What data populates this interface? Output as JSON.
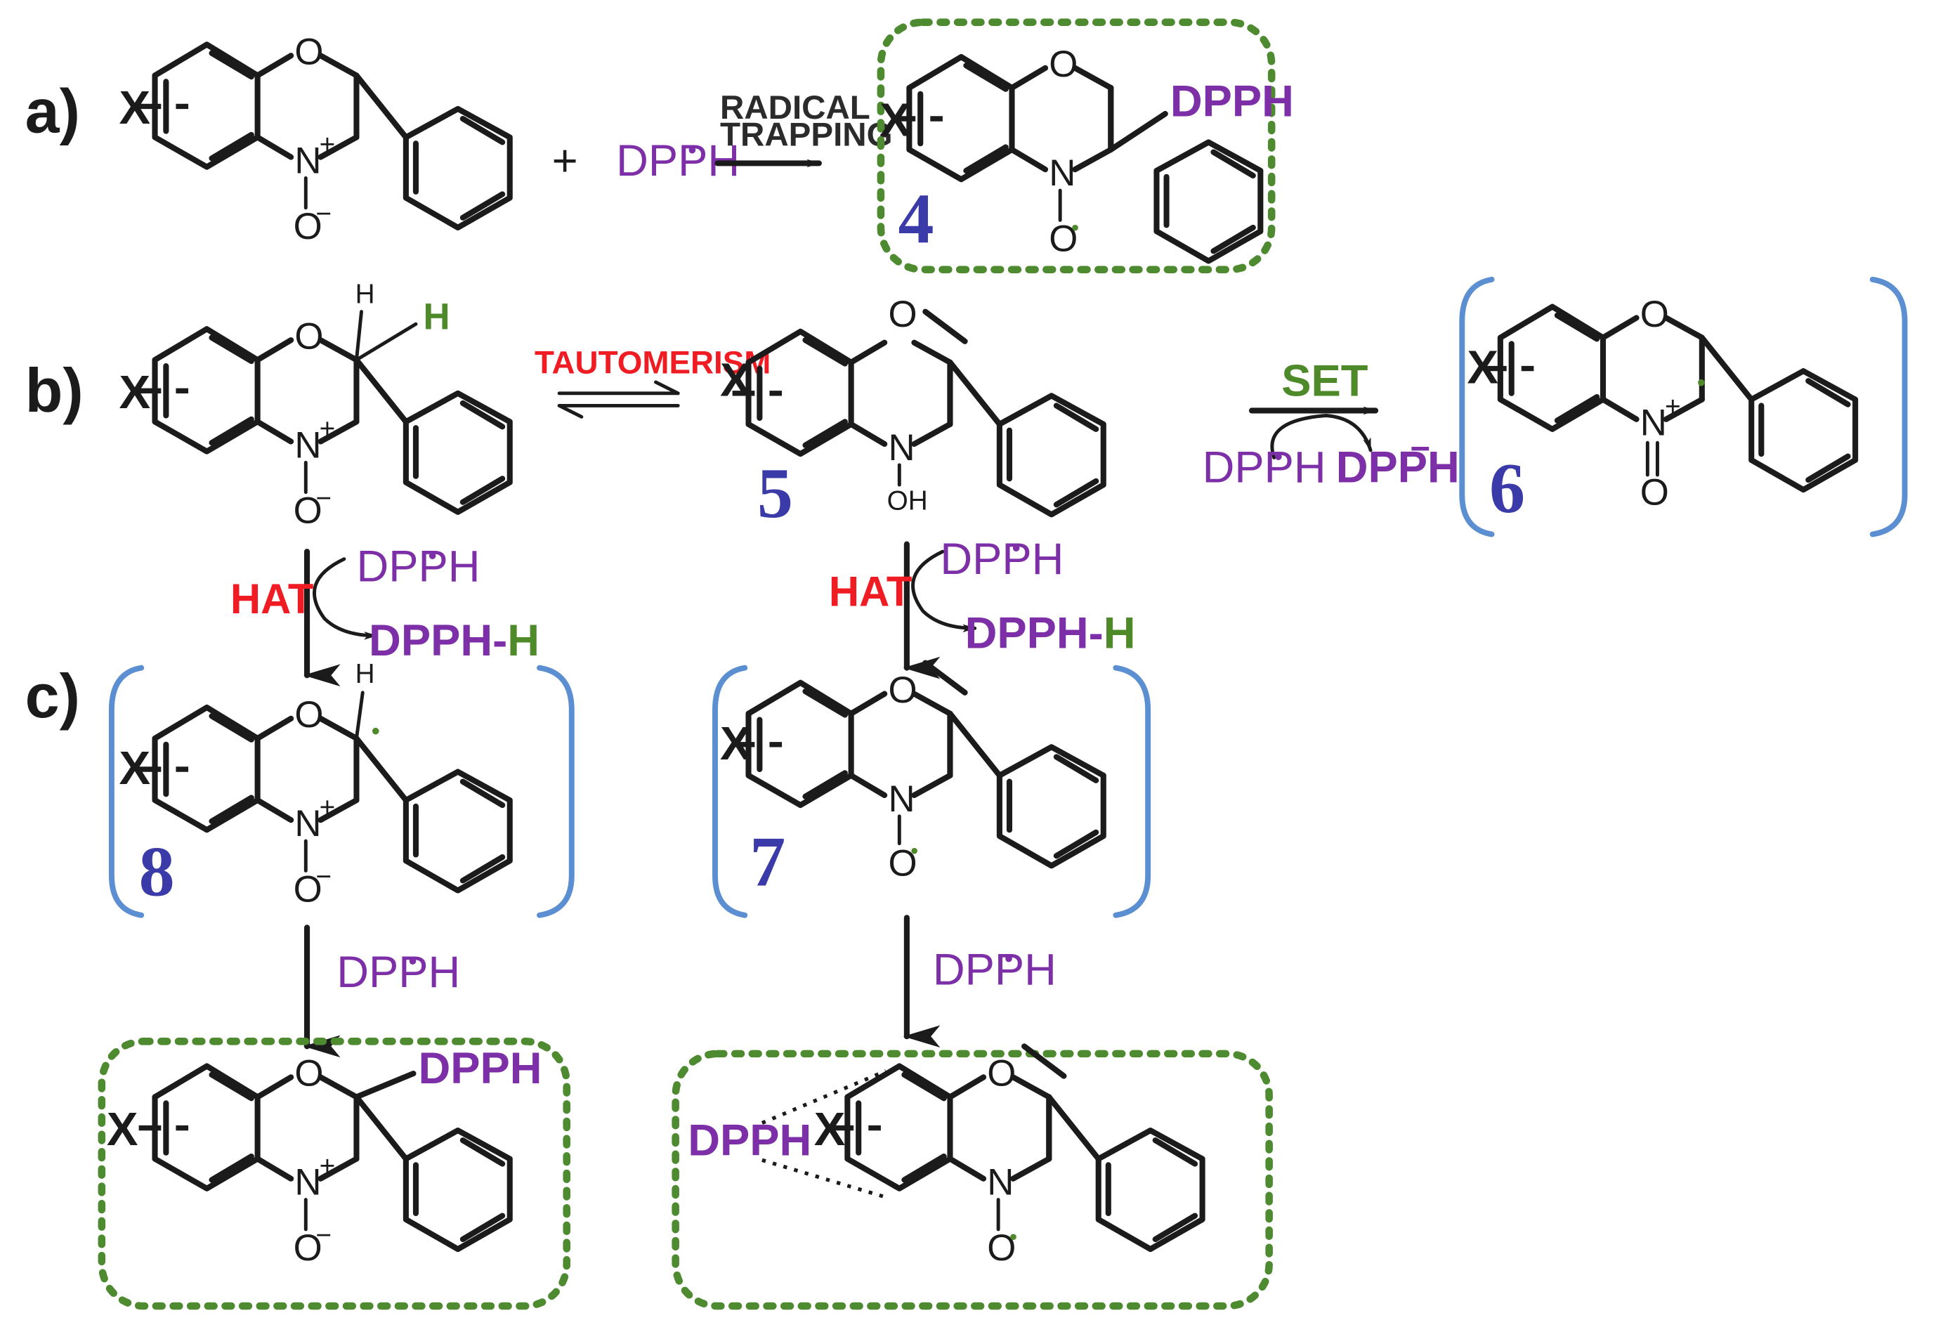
{
  "row_labels": {
    "a": "a)",
    "b": "b)",
    "c": "c)"
  },
  "atoms": {
    "O": "O",
    "N": "N",
    "N_plus": "N",
    "plus_sup": "+",
    "O_minus": "O",
    "minus_sup": "−",
    "O_dbl": "O",
    "OH": "OH",
    "H": "H",
    "X": "X",
    "dot": "•"
  },
  "reagents": {
    "dpph": "DPPH",
    "dpph_h_prefix": "DPPH-",
    "dpph_h_h": "H",
    "dpph_minus": "DPPH",
    "minus_sup": "−",
    "plus": "+"
  },
  "conditions": {
    "radical_line1": "RADICAL",
    "radical_line2": "TRAPPING",
    "tautomerism": "TAUTOMERISM",
    "set": "SET",
    "hat": "HAT"
  },
  "compound_numbers": {
    "c4": "4",
    "c5": "5",
    "c6": "6",
    "c7": "7",
    "c8": "8"
  },
  "colors": {
    "reagent_purple": "#7d2fa8",
    "condition_red": "#ef1c24",
    "set_green": "#4f8a2a",
    "compound_number_blue": "#3a3aa8",
    "product_box_green": "#4e8a2f",
    "bracket_blue": "#5b8fd1"
  }
}
